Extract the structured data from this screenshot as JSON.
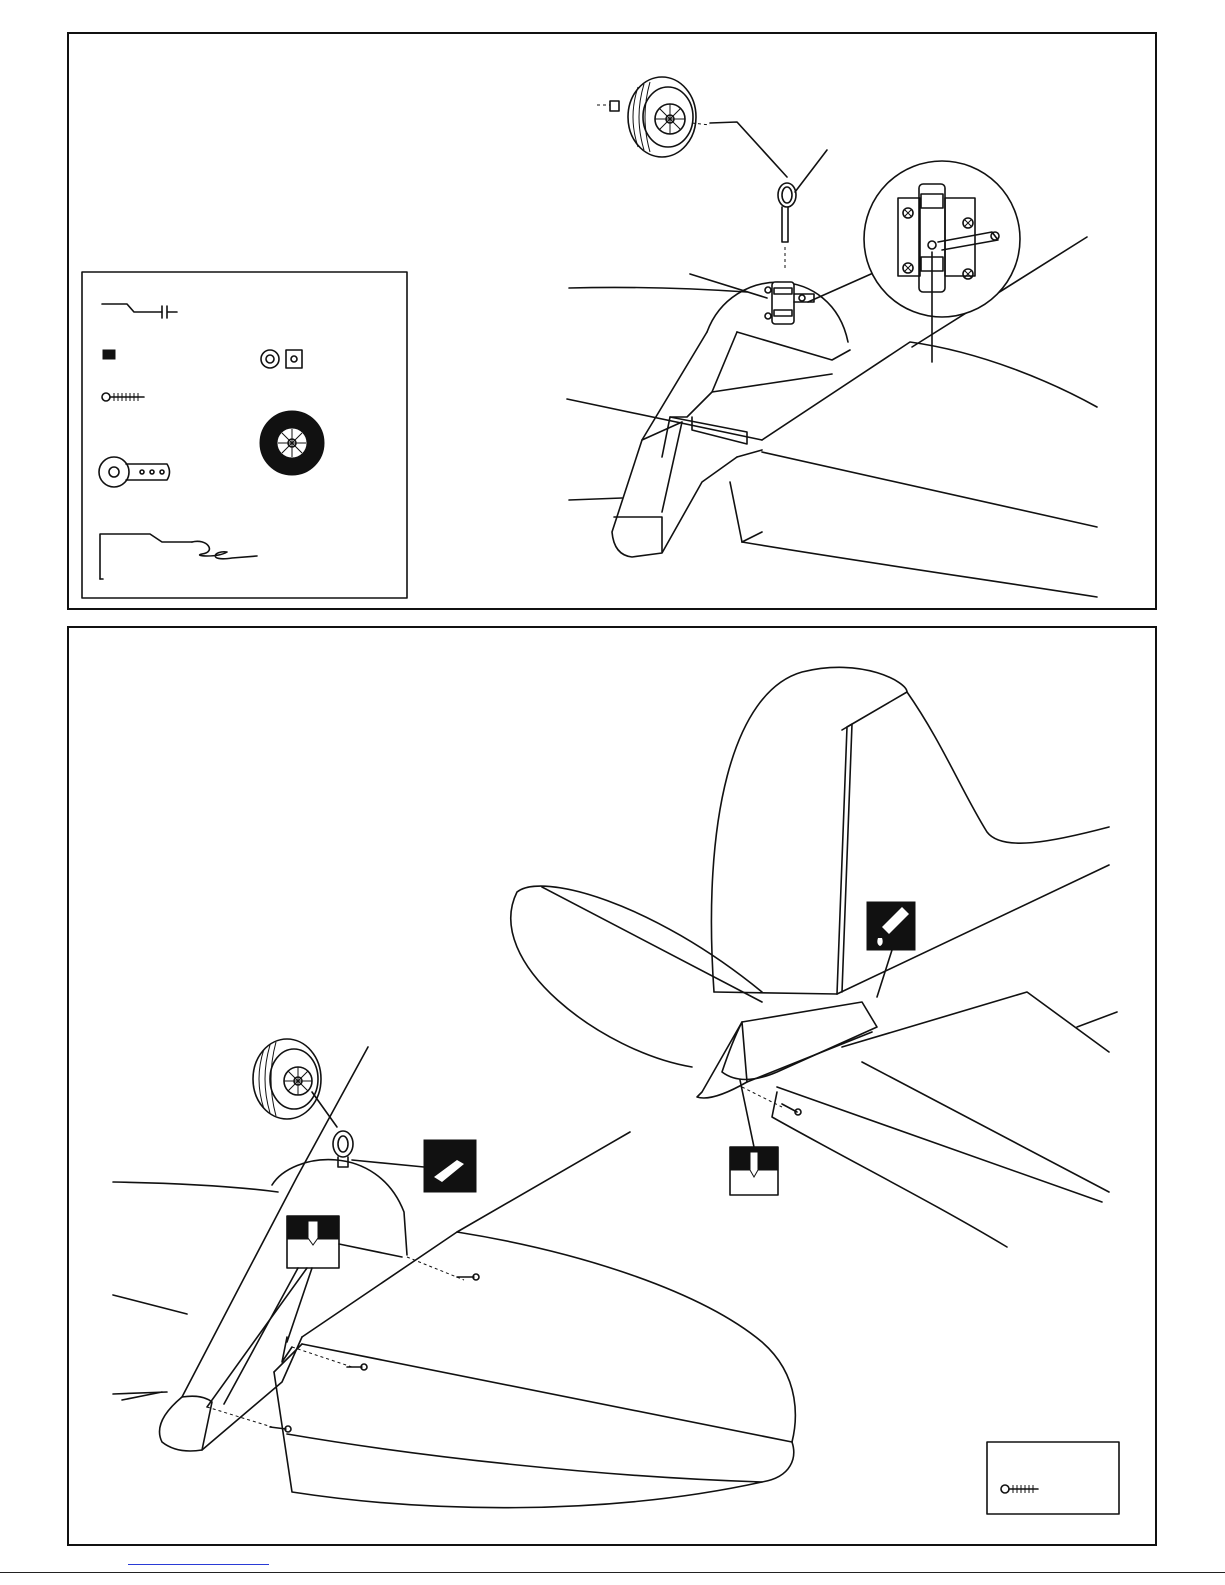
{
  "page": {
    "type": "assembly-instructions-illustration",
    "has_text": false
  },
  "panels": [
    {
      "id": "top",
      "illustration": "tail-gear-assembly",
      "parts_box_items": [
        "pushrod-with-clevis-icon",
        "set-screw-icon",
        "wood-screw-icon",
        "washer-icon",
        "wheel-collar-icon",
        "tail-wheel-icon",
        "steering-arm-icon",
        "tail-gear-wire-icon"
      ],
      "callout": "hinge-detail-magnified"
    },
    {
      "id": "bottom",
      "illustration": "tail-gear-installed-on-fuselage",
      "symbol_boxes": [
        "drill-symbol-icon",
        "cut-symbol-icon",
        "glue-symbol-icon",
        "drill-symbol-icon"
      ],
      "parts_box_items": [
        "wood-screw-icon"
      ]
    }
  ],
  "colors": {
    "line": "#111111",
    "background": "#ffffff",
    "footer_link": "#2a3bd6"
  }
}
